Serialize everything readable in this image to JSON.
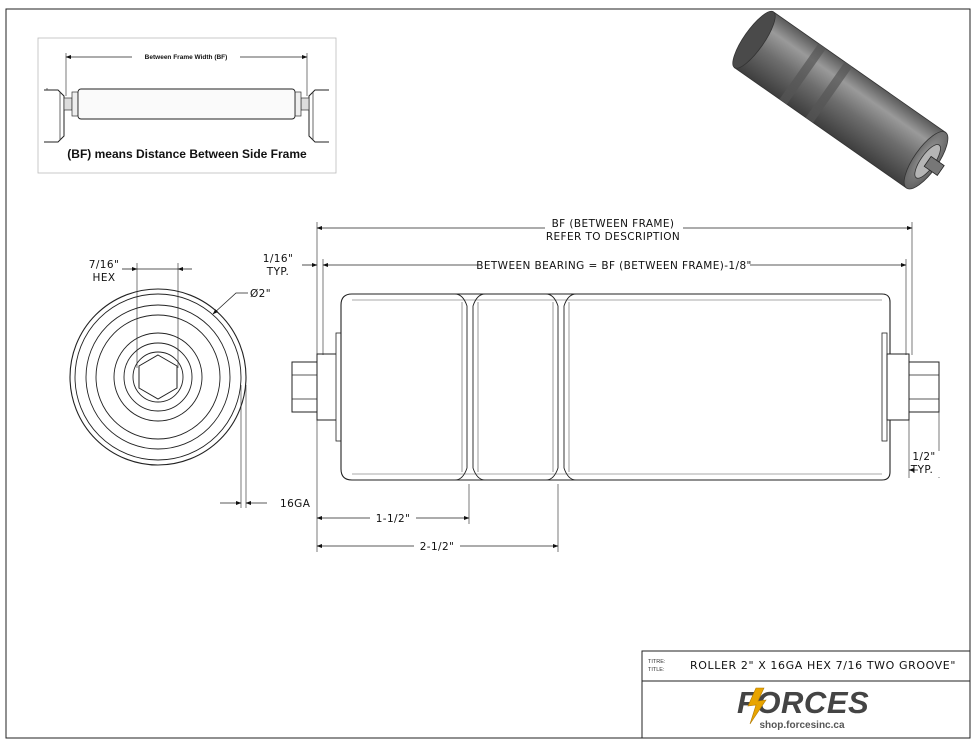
{
  "inset": {
    "frame_width_label": "Between Frame Width (BF)",
    "caption": "(BF) means Distance Between Side Frame"
  },
  "end_view": {
    "hex_label_line1": "7/16\"",
    "hex_label_line2": "HEX",
    "diameter_label": "Ø2\"",
    "gauge_label": "16GA"
  },
  "side_view": {
    "bf_line1": "BF (BETWEEN FRAME)",
    "bf_line2": "REFER TO DESCRIPTION",
    "bearing_label": "BETWEEN BEARING = BF (BETWEEN FRAME)-1/8\"",
    "gap_line1": "1/16\"",
    "gap_line2": "TYP.",
    "shaft_line1": "1/2\"",
    "shaft_line2": "TYP.",
    "groove1_label": "1-1/2\"",
    "groove2_label": "2-1/2\""
  },
  "title_block": {
    "field_label_line1": "TITRE:",
    "field_label_line2": "TITLE:",
    "title": "ROLLER 2\" X 16GA HEX 7/16 TWO GROOVE\"",
    "logo_text": "FORCES",
    "url": "shop.forcesinc.ca"
  }
}
